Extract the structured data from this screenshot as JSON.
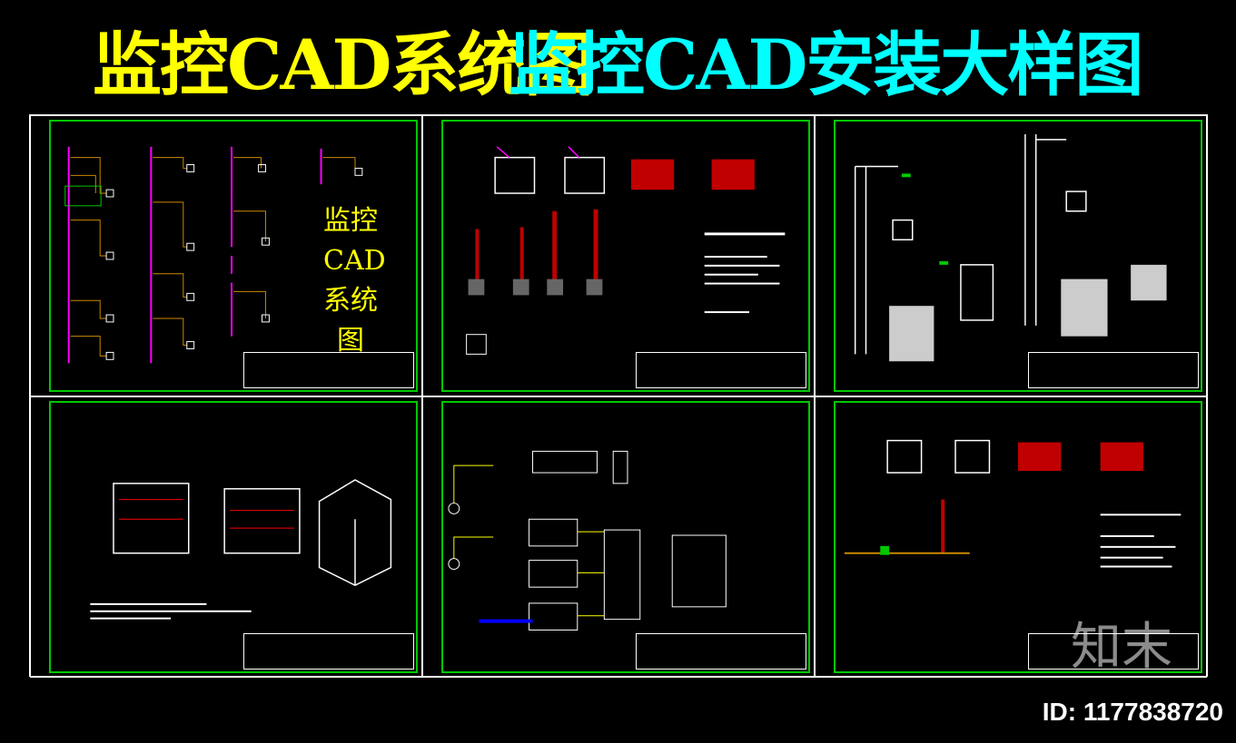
{
  "heading": {
    "part1": "监控CAD系统图",
    "part2": "监控CAD安装大样图"
  },
  "panel1": {
    "label_lines": [
      "监控",
      "CAD",
      "系统",
      "图"
    ]
  },
  "footer": {
    "id_text": "ID: 1177838720",
    "logo_text": "知末"
  },
  "colors": {
    "title1": "#ffff00",
    "title2": "#00ffff",
    "frame": "#00c800",
    "accent": "#ff00ff",
    "background": "#000000"
  }
}
